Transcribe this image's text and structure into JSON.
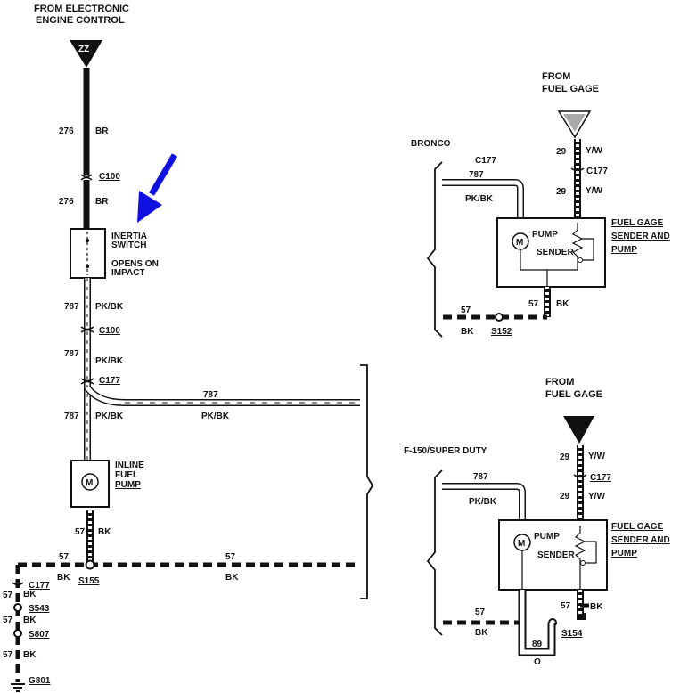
{
  "main": {
    "from_ecc": [
      "FROM ELECTRONIC",
      "ENGINE CONTROL"
    ],
    "connector_zz": "ZZ",
    "circ_276_a": "276",
    "br_a": "BR",
    "c100_a": "C100",
    "circ_276_b": "276",
    "br_b": "BR",
    "inertia_switch": [
      "INERTIA",
      "SWITCH"
    ],
    "opens_on_impact": [
      "OPENS ON",
      "IMPACT"
    ],
    "circ_787_a": "787",
    "pkbk_a": "PK/BK",
    "c100_b": "C100",
    "circ_787_b": "787",
    "pkbk_b": "PK/BK",
    "c177_a": "C177",
    "circ_787_c": "787",
    "pkbk_c": "PK/BK",
    "circ_787_d": "787",
    "pkbk_d": "PK/BK",
    "inline_fuel_pump": [
      "INLINE",
      "FUEL",
      "PUMP"
    ],
    "motor_m": "M",
    "circ_57_a": "57",
    "bk_a": "BK",
    "circ_57_b": "57",
    "bk_b": "BK",
    "s155": "S155",
    "circ_57_c": "57",
    "bk_c": "BK",
    "left_57_1": "57",
    "left_bk_1": "BK",
    "c177_left": "C177",
    "left_57_2": "57",
    "left_bk_2": "BK",
    "s543": "S543",
    "left_57_3": "57",
    "left_bk_3": "BK",
    "s807": "S807",
    "left_57_4": "57",
    "left_bk_4": "BK",
    "g801": "G801"
  },
  "bronco": {
    "from_fuel_gage": [
      "FROM",
      "FUEL GAGE"
    ],
    "title": "BRONCO",
    "c177_top": "C177",
    "circ_787": "787",
    "pkbk": "PK/BK",
    "circ_29_a": "29",
    "yw_a": "Y/W",
    "c177": "C177",
    "circ_29_b": "29",
    "yw_b": "Y/W",
    "pump": "PUMP",
    "sender": "SENDER",
    "motor_m": "M",
    "unit_label": [
      "FUEL GAGE",
      "SENDER AND",
      "PUMP"
    ],
    "circ_57_a": "57",
    "bk_a": "BK",
    "circ_57_b": "57",
    "bk_b": "BK",
    "s152": "S152"
  },
  "f150": {
    "from_fuel_gage": [
      "FROM",
      "FUEL GAGE"
    ],
    "title": "F-150/SUPER DUTY",
    "circ_29_a": "29",
    "yw_a": "Y/W",
    "c177": "C177",
    "circ_29_b": "29",
    "yw_b": "Y/W",
    "circ_787": "787",
    "pkbk": "PK/BK",
    "pump": "PUMP",
    "sender": "SENDER",
    "motor_m": "M",
    "unit_label": [
      "FUEL GAGE",
      "SENDER AND",
      "PUMP"
    ],
    "circ_57_a": "57",
    "bk_a": "BK",
    "circ_57_b": "57",
    "bk_b": "BK",
    "circ_89": "89",
    "circ_o": "O",
    "s154": "S154"
  },
  "colors": {
    "ink": "#111111",
    "arrow": "#1010e0",
    "paper": "#ffffff"
  }
}
